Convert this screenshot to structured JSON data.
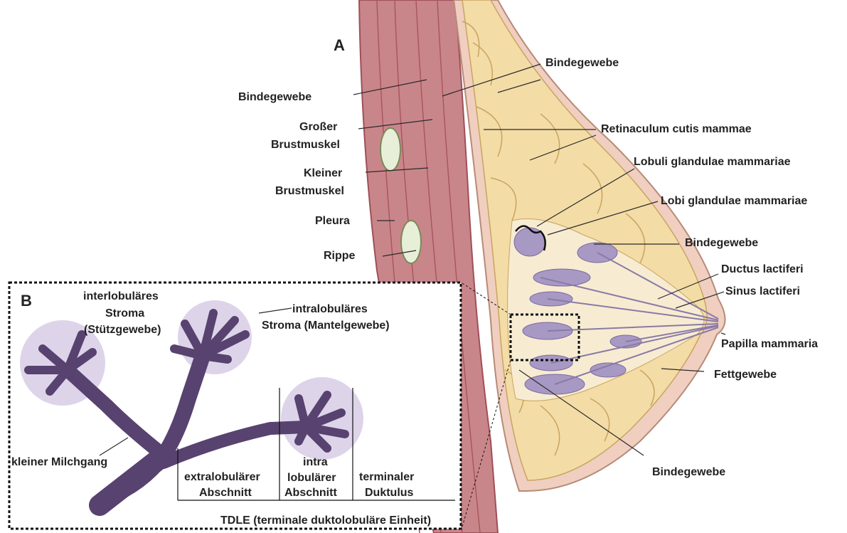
{
  "panel_a": {
    "letter": "A",
    "labels": {
      "bindegewebe_left": "Bindegewebe",
      "grosser_1": "Großer",
      "grosser_2": "Brustmuskel",
      "kleiner_1": "Kleiner",
      "kleiner_2": "Brustmuskel",
      "pleura": "Pleura",
      "rippe": "Rippe",
      "bindegewebe_top": "Bindegewebe",
      "retinaculum": "Retinaculum cutis mammae",
      "lobuli": "Lobuli glandulae mammariae",
      "lobi": "Lobi glandulae mammariae",
      "bindegewebe_mid": "Bindegewebe",
      "ductus": "Ductus lactiferi",
      "sinus": "Sinus lactiferi",
      "papilla": "Papilla mammaria",
      "fettgewebe": "Fettgewebe",
      "bindegewebe_bottom": "Bindegewebe"
    }
  },
  "panel_b": {
    "letter": "B",
    "labels": {
      "interlob_1": "interlobuläres",
      "interlob_2": "Stroma",
      "interlob_3": "(Stützgewebe)",
      "intralob_1": "intralobuläres",
      "intralob_2": "Stroma (Mantelgewebe)",
      "milchgang": "kleiner Milchgang",
      "extra_1": "extralobulärer",
      "extra_2": "Abschnitt",
      "intra_1": "intra",
      "intra_2": "lobulärer",
      "intra_3": "Abschnitt",
      "term_1": "terminaler",
      "term_2": "Duktulus",
      "tdle": "TDLE (terminale duktolobuläre Einheit)"
    }
  },
  "colors": {
    "muscle": "#c9868a",
    "muscle_dark": "#9e4f58",
    "fat": "#f3dca6",
    "fat_line": "#c9a460",
    "skin": "#f0cfc0",
    "gland": "#a898c4",
    "duct_dark": "#58426f",
    "lobule_halo": "#ddd4ea",
    "rib": "#e8efd8"
  }
}
